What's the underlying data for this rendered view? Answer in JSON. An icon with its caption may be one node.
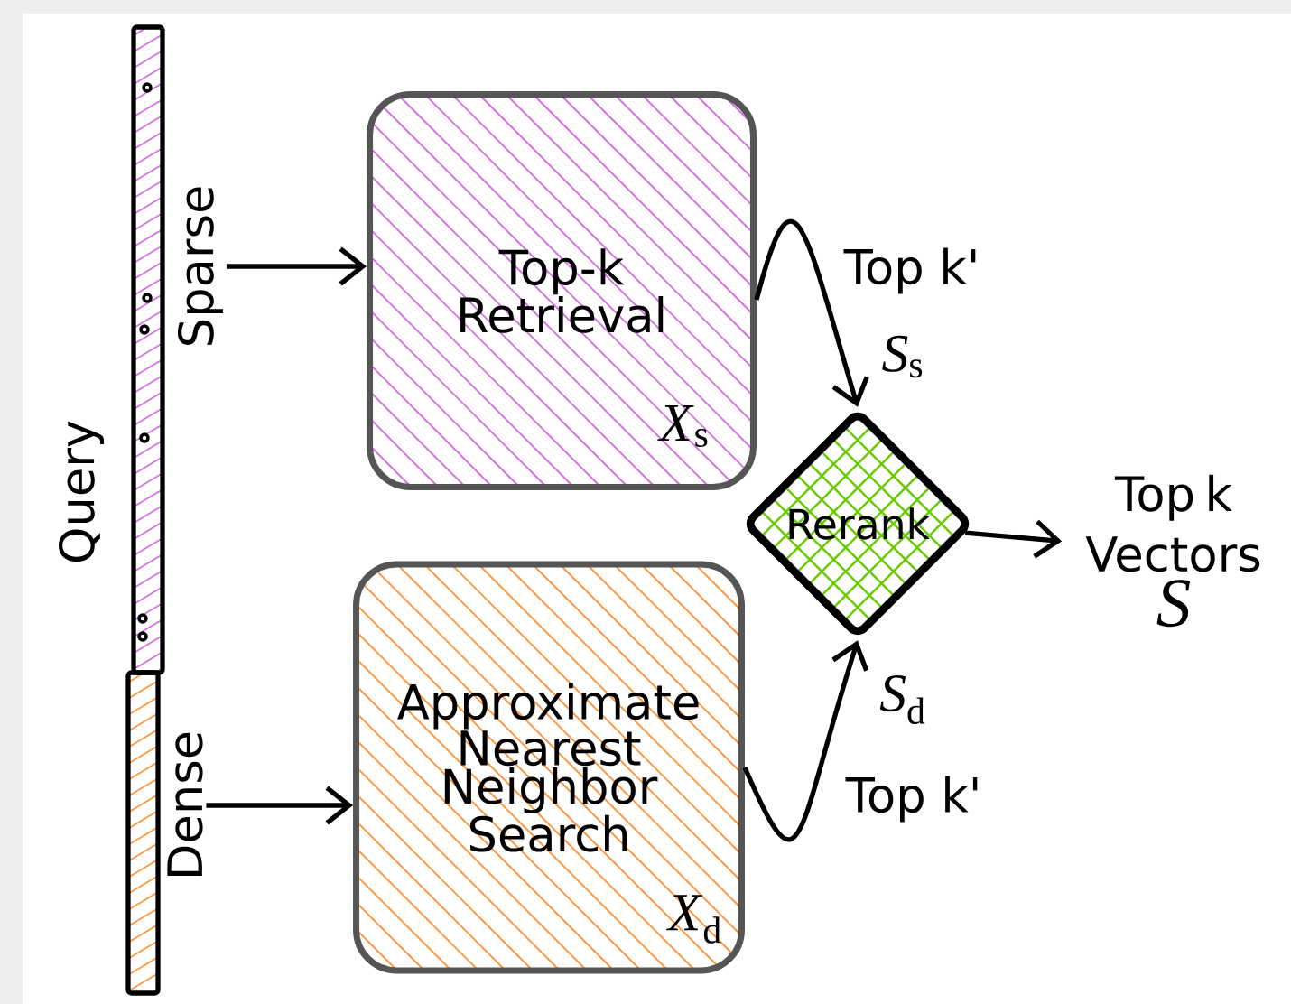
{
  "diagram": {
    "nodes": [
      {
        "text": [
          "Sparse"
        ]
      },
      {
        "text": [
          "Dense"
        ]
      },
      {
        "text": [
          "Top-k Retrieval",
          "*X*$_{s}$"
        ]
      },
      {
        "text": [
          "Approximate Nearest Neighbor Search",
          "*X*$_{d}$"
        ]
      },
      {
        "text": [
          "Rerank"
        ]
      },
      {
        "text": [
          "Top k Vectors",
          "*S*"
        ]
      }
    ],
    "edges": [
      {
        "from": 0,
        "to": 2,
        "arrow": "to"
      },
      {
        "from": 1,
        "to": 3,
        "arrow": "to"
      },
      {
        "from": 2,
        "to": 4,
        "arrow": "to",
        "label": "Top k'"
      },
      {
        "from": 3,
        "to": 4,
        "arrow": "to",
        "label": "Top k'"
      },
      {
        "from": 4,
        "to": 5,
        "arrow": "to"
      }
    ],
    "labels": [
      "Query",
      "*S*$_{s}$",
      "*S*$_{d}$"
    ]
  }
}
